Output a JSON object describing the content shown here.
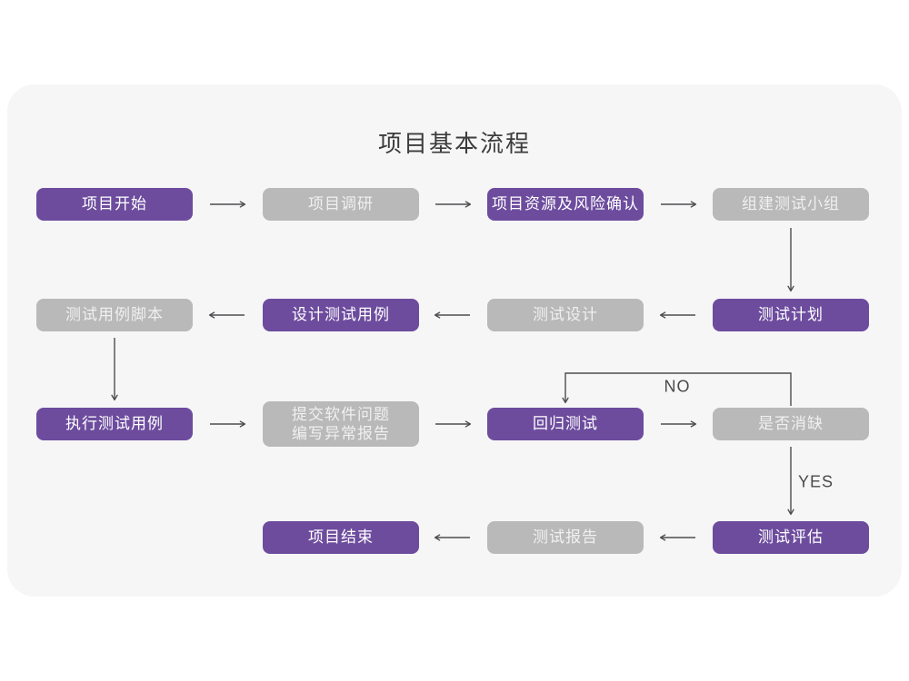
{
  "title": "项目基本流程",
  "nodes": [
    {
      "label": "项目开始",
      "variant": "purple"
    },
    {
      "label": "项目调研",
      "variant": "gray"
    },
    {
      "label": "项目资源及风险确认",
      "variant": "purple"
    },
    {
      "label": "组建测试小组",
      "variant": "gray"
    },
    {
      "label": "测试计划",
      "variant": "purple"
    },
    {
      "label": "测试设计",
      "variant": "gray"
    },
    {
      "label": "设计测试用例",
      "variant": "purple"
    },
    {
      "label": "测试用例脚本",
      "variant": "gray"
    },
    {
      "label": "执行测试用例",
      "variant": "purple"
    },
    {
      "label": "提交软件问题\n编写异常报告",
      "variant": "gray"
    },
    {
      "label": "回归测试",
      "variant": "purple"
    },
    {
      "label": "是否消缺",
      "variant": "gray"
    },
    {
      "label": "测试评估",
      "variant": "purple"
    },
    {
      "label": "测试报告",
      "variant": "gray"
    },
    {
      "label": "项目结束",
      "variant": "purple"
    }
  ],
  "edge_labels": {
    "no": "NO",
    "yes": "YES"
  },
  "colors": {
    "page_bg": "#ffffff",
    "card_bg": "#f6f6f7",
    "node_purple": "#6d4c9e",
    "node_gray": "#b9b9ba",
    "node_text_purple": "#ffffff",
    "node_text_gray": "#f0f0f0",
    "arrow": "#4d4d50",
    "title_text": "#3c3c3c",
    "edge_label_text": "#4a4a4a"
  }
}
